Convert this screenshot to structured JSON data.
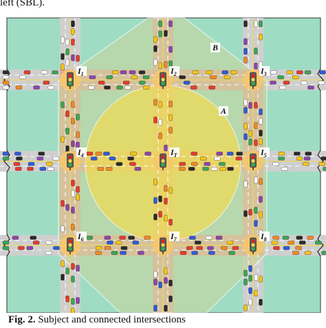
{
  "header": {
    "text": "left (SBL)."
  },
  "caption": {
    "prefix": "Fig. 2.",
    "text": " Subject and connected intersections"
  },
  "regions": [
    {
      "id": "region-a",
      "label": "A",
      "style": "yellow-circle"
    },
    {
      "id": "region-b",
      "label": "B",
      "style": "hexagon"
    }
  ],
  "intersections": [
    {
      "id": "i1",
      "label": "I",
      "sub": "1"
    },
    {
      "id": "i2",
      "label": "I",
      "sub": "2"
    },
    {
      "id": "i3",
      "label": "I",
      "sub": "3"
    },
    {
      "id": "i4",
      "label": "I",
      "sub": "4"
    },
    {
      "id": "iT",
      "label": "I",
      "sub": "T"
    },
    {
      "id": "i5",
      "label": "I",
      "sub": "5"
    },
    {
      "id": "i6",
      "label": "I",
      "sub": "6"
    },
    {
      "id": "i7",
      "label": "I",
      "sub": "7"
    },
    {
      "id": "i8",
      "label": "I",
      "sub": "8"
    }
  ],
  "colors": {
    "background": "#9fdcc4",
    "road": "#cfcfcf",
    "road_overlay": "#e7a69a",
    "hexagon": "#c9d59a",
    "circle": "#f1dc55",
    "lane_line": "#ffffff",
    "center_line": "#f0d65a",
    "signal_halo": "#f6c66a",
    "signal_body": "#5c5c5c",
    "signal_red": "#e02020",
    "signal_amber": "#f5d24a",
    "signal_green": "#27b24a"
  },
  "icons": [
    "traffic-light-icon",
    "car-icon"
  ]
}
